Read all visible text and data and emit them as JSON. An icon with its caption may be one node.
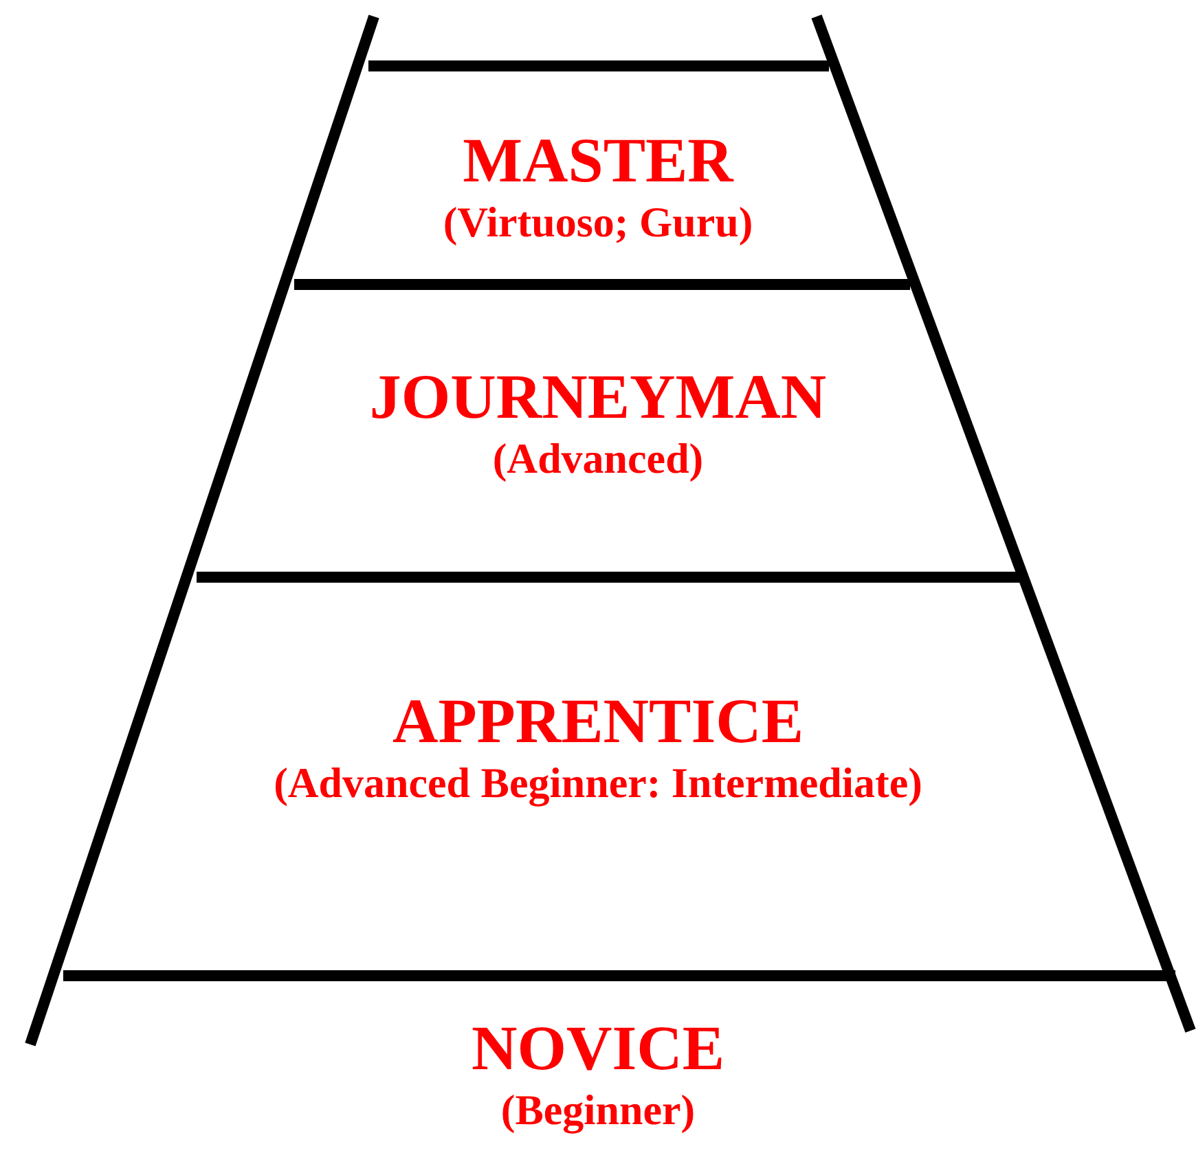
{
  "diagram": {
    "nodes": [
      {
        "text": [
          "MASTER",
          "(Virtuoso; Guru)"
        ]
      },
      {
        "text": [
          "JOURNEYMAN",
          "(Advanced)"
        ]
      },
      {
        "text": [
          "APPRENTICE",
          "(Advanced Beginner: Intermediate)"
        ]
      },
      {
        "text": [
          "NOVICE",
          "(Beginner)"
        ]
      }
    ]
  }
}
